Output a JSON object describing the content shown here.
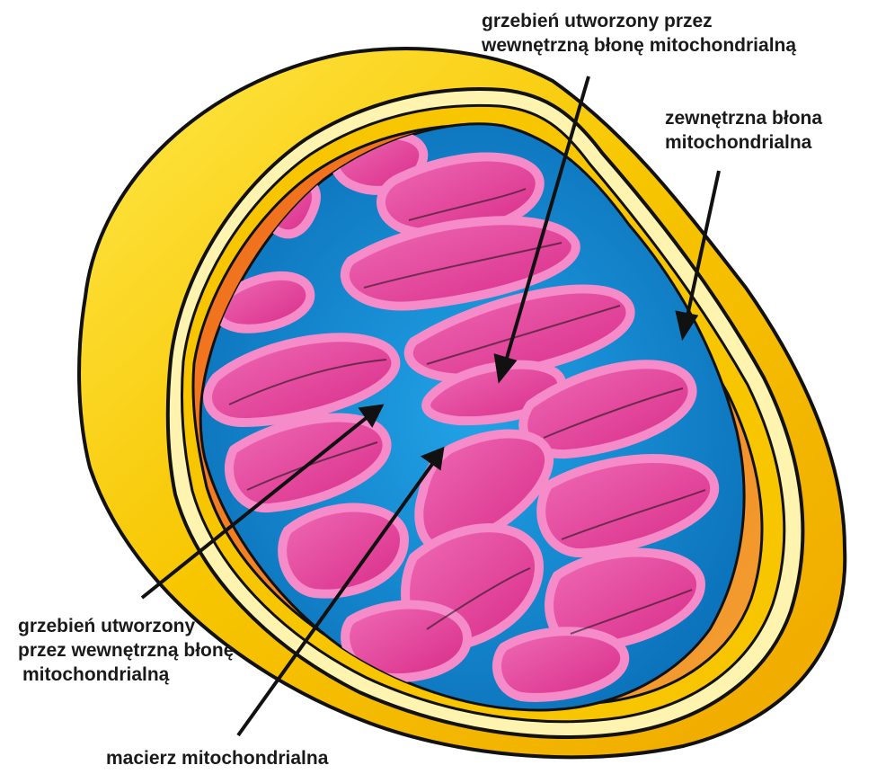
{
  "labels": {
    "top_crista": {
      "line1": "grzebień utworzony przez",
      "line2": "wewnętrzną błonę mitochondrialną"
    },
    "outer_membrane": {
      "line1": "zewnętrzna błona",
      "line2": "mitochondrialna"
    },
    "left_crista": {
      "line1": "grzebień utworzony",
      "line2": "przez wewnętrzną błonę",
      "line3": "mitochondrialną"
    },
    "matrix": {
      "line1": "macierz mitochondrialna"
    }
  },
  "colors": {
    "outer_membrane": "#f7c600",
    "outer_membrane_highlight": "#ffe84a",
    "intermembrane_space": "#f08c1c",
    "matrix": "#1a8fd6",
    "matrix_dark": "#0a6fb8",
    "crista_outline": "#f58bc8",
    "crista_fill": "#e6409a",
    "crista_inner": "#ef6bb5",
    "arrow": "#111111"
  }
}
